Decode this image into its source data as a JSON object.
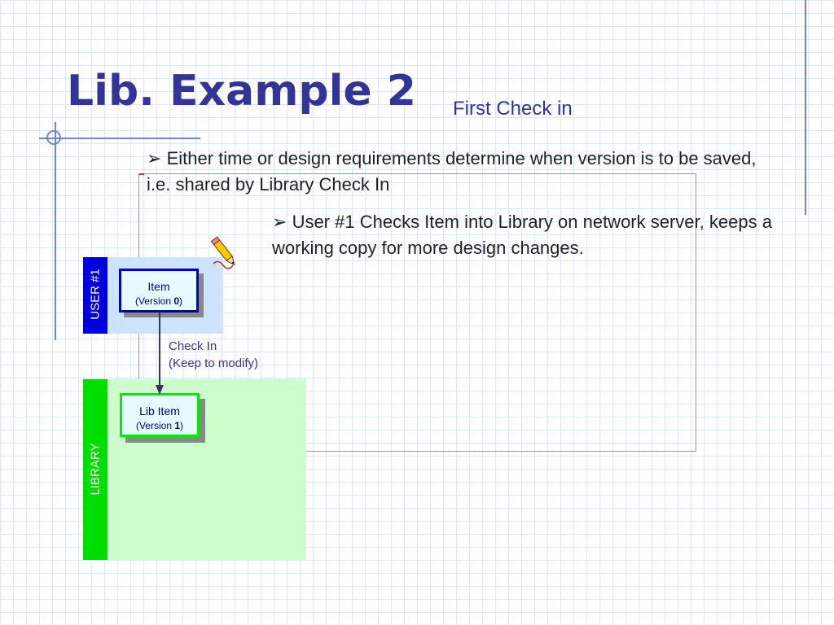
{
  "slide": {
    "title": "Lib. Example 2",
    "subtitle": "First Check in",
    "bullet1": "Either time or design requirements determine when version is to be saved, i.e. shared by Library Check In",
    "bullet2": "User #1 Checks Item into Library on network server, keeps a working copy for more design changes.",
    "bullet_glyph": "➢"
  },
  "diagram": {
    "user_lane_label": "USER #1",
    "library_lane_label": "LIBRARY",
    "item_node": {
      "name": "Item",
      "version_prefix": "(Version ",
      "version_num": "0",
      "version_suffix": ")"
    },
    "lib_item_node": {
      "name": "Lib Item",
      "version_prefix": "(Version ",
      "version_num": "1",
      "version_suffix": ")"
    },
    "arrow_label_line1": "Check In",
    "arrow_label_line2": "(Keep to modify)",
    "pencil_icon": "pencil-icon"
  },
  "colors": {
    "title": "#333399",
    "user_lane": "#0000dd",
    "user_zone": "#cce4ff",
    "library_lane": "#00dd00",
    "library_zone": "#ccffcc",
    "item_border": "#0000cc",
    "lib_item_border": "#00ee00"
  }
}
